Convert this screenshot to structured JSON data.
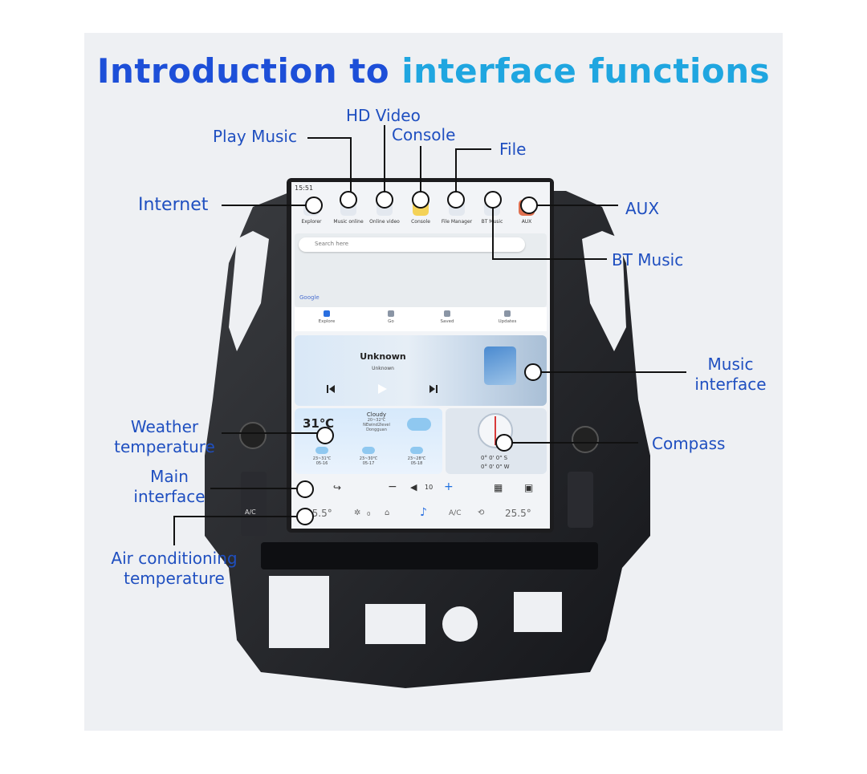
{
  "title": {
    "part1": "Introduction to",
    "part2": "interface functions"
  },
  "labels": {
    "play_music": "Play Music",
    "hd_video": "HD Video",
    "console": "Console",
    "file": "File",
    "internet": "Internet",
    "aux": "AUX",
    "bt_music": "BT Music",
    "music_interface_1": "Music",
    "music_interface_2": "interface",
    "weather_1": "Weather",
    "weather_2": "temperature",
    "compass": "Compass",
    "main_1": "Main",
    "main_2": "interface",
    "ac_1": "Air conditioning",
    "ac_2": "temperature"
  },
  "screen": {
    "time": "15:51",
    "apps": [
      "Explorer",
      "Music online",
      "Online video",
      "Console",
      "File Manager",
      "BT Music",
      "AUX"
    ],
    "search_placeholder": "Search here",
    "map_brand": "Google",
    "map_nav": [
      "Explore",
      "Go",
      "Saved",
      "Updates"
    ],
    "music": {
      "song": "Unknown",
      "artist": "Unknown"
    },
    "weather": {
      "temp": "31℃",
      "condition": "Cloudy",
      "range": "20~32℃",
      "wind": "NEwind2level",
      "city": "Dongguan",
      "forecast": [
        {
          "range": "23~31℃",
          "date": "05-16"
        },
        {
          "range": "23~30℃",
          "date": "05-17"
        },
        {
          "range": "23~28℃",
          "date": "05-18"
        }
      ]
    },
    "compass": {
      "line1": "0° 0' 0\"  S",
      "line2": "0° 0' 0\"  W"
    },
    "volume": "10",
    "ac": {
      "left_temp": "25.5°",
      "fan": "0",
      "ac_label": "A/C",
      "right_temp": "25.5°"
    }
  },
  "unit_buttons": {
    "ac": "A/C"
  },
  "colors": {
    "title_dark": "#1d4fd8",
    "title_light": "#1fa6e0",
    "label": "#1f4fc0"
  }
}
